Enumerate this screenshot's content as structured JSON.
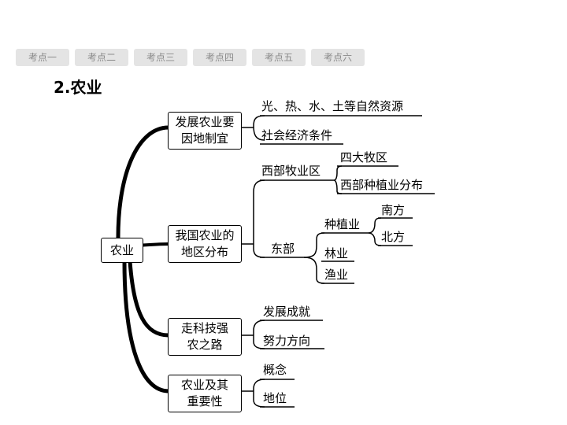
{
  "tabs": [
    "考点一",
    "考点二",
    "考点三",
    "考点四",
    "考点五",
    "考点六"
  ],
  "section_title": "2.农业",
  "root": "农业",
  "branches": {
    "b1": {
      "line1": "发展农业要",
      "line2": "因地制宜"
    },
    "b2": {
      "line1": "我国农业的",
      "line2": "地区分布"
    },
    "b3": {
      "line1": "走科技强",
      "line2": "农之路"
    },
    "b4": {
      "line1": "农业及其",
      "line2": "重要性"
    }
  },
  "leaves": {
    "natural": "光、热、水、土等自然资源",
    "social": "社会经济条件",
    "west": "西部牧业区",
    "pasture": "四大牧区",
    "west_crop": "西部种植业分布",
    "east": "东部",
    "crop": "种植业",
    "south": "南方",
    "north": "北方",
    "forestry": "林业",
    "fishery": "渔业",
    "achieve": "发展成就",
    "direction": "努力方向",
    "concept": "概念",
    "status": "地位"
  }
}
